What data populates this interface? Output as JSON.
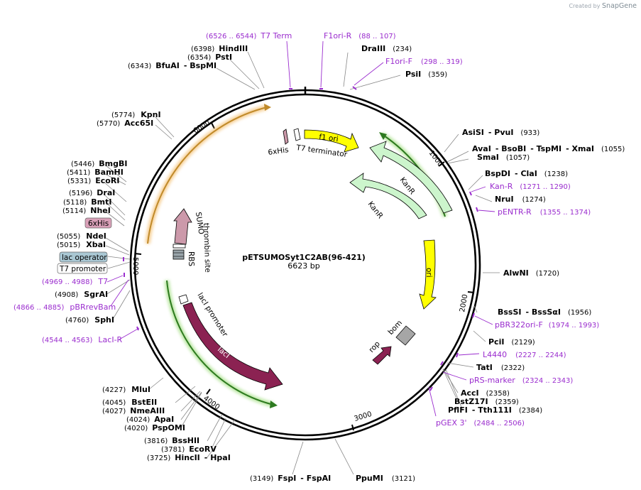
{
  "brand": {
    "prefix": "Created by",
    "name": "SnapGene"
  },
  "plasmid": {
    "name": "pETSUMOSyt1C2AB(96-421)",
    "size_label": "6623 bp",
    "length": 6623
  },
  "ticks": [
    "1000",
    "2000",
    "3000",
    "4000",
    "5000",
    "6000"
  ],
  "enzymes": [
    {
      "name": "HindIII",
      "pos": "(6398)"
    },
    {
      "name": "PstI",
      "pos": "(6354)"
    },
    {
      "name": "BfuAI",
      "pos": "(6343)",
      "extra": "BspMI"
    },
    {
      "name": "DraIII",
      "pos": "(234)"
    },
    {
      "name": "PsiI",
      "pos": "(359)"
    },
    {
      "name": "KpnI",
      "pos": "(5774)"
    },
    {
      "name": "Acc65I",
      "pos": "(5770)"
    },
    {
      "name": "AsiSI",
      "pos": "(933)",
      "extra": "PvuI"
    },
    {
      "name": "AvaI",
      "pos": "(1055)",
      "extra": "BsoBI",
      "extra2": "TspMI",
      "extra3": "XmaI"
    },
    {
      "name": "SmaI",
      "pos": "(1057)"
    },
    {
      "name": "BspDI",
      "pos": "(1238)",
      "extra": "ClaI"
    },
    {
      "name": "NruI",
      "pos": "(1274)"
    },
    {
      "name": "BmgBI",
      "pos": "(5446)"
    },
    {
      "name": "BamHI",
      "pos": "(5411)"
    },
    {
      "name": "EcoRI",
      "pos": "(5331)"
    },
    {
      "name": "DraI",
      "pos": "(5196)"
    },
    {
      "name": "BmtI",
      "pos": "(5118)"
    },
    {
      "name": "NheI",
      "pos": "(5114)"
    },
    {
      "name": "NdeI",
      "pos": "(5055)"
    },
    {
      "name": "XbaI",
      "pos": "(5015)"
    },
    {
      "name": "AlwNI",
      "pos": "(1720)"
    },
    {
      "name": "SgrAI",
      "pos": "(4908)"
    },
    {
      "name": "SphI",
      "pos": "(4760)"
    },
    {
      "name": "BssSI",
      "pos": "(1956)",
      "extra": "BssSαI"
    },
    {
      "name": "PciI",
      "pos": "(2129)"
    },
    {
      "name": "TatI",
      "pos": "(2322)"
    },
    {
      "name": "AccI",
      "pos": "(2358)"
    },
    {
      "name": "BstZ17I",
      "pos": "(2359)"
    },
    {
      "name": "PflFI",
      "pos": "(2384)",
      "extra": "Tth111I"
    },
    {
      "name": "MluI",
      "pos": "(4227)"
    },
    {
      "name": "BstEII",
      "pos": "(4045)"
    },
    {
      "name": "NmeAIII",
      "pos": "(4027)"
    },
    {
      "name": "ApaI",
      "pos": "(4024)"
    },
    {
      "name": "PspOMI",
      "pos": "(4020)"
    },
    {
      "name": "BssHII",
      "pos": "(3816)"
    },
    {
      "name": "EcoRV",
      "pos": "(3781)"
    },
    {
      "name": "HincII",
      "pos": "(3725)",
      "extra": "HpaI"
    },
    {
      "name": "FspI",
      "pos": "(3149)",
      "extra": "FspAI"
    },
    {
      "name": "PpuMI",
      "pos": "(3121)"
    }
  ],
  "primers": [
    {
      "name": "T7 Term",
      "pos": "(6526 .. 6544)"
    },
    {
      "name": "F1ori-R",
      "pos": "(88 .. 107)"
    },
    {
      "name": "F1ori-F",
      "pos": "(298 .. 319)"
    },
    {
      "name": "Kan-R",
      "pos": "(1271 .. 1290)"
    },
    {
      "name": "pENTR-R",
      "pos": "(1355 .. 1374)"
    },
    {
      "name": "T7",
      "pos": "(4969 .. 4988)"
    },
    {
      "name": "pBRrevBam",
      "pos": "(4866 .. 4885)"
    },
    {
      "name": "LacI-R",
      "pos": "(4544 .. 4563)"
    },
    {
      "name": "pBR322ori-F",
      "pos": "(1974 .. 1993)"
    },
    {
      "name": "L4440",
      "pos": "(2227 .. 2244)"
    },
    {
      "name": "pRS-marker",
      "pos": "(2324 .. 2343)"
    },
    {
      "name": "pGEX 3'",
      "pos": "(2484 .. 2506)"
    }
  ],
  "boxed_labels": [
    {
      "name": "6xHis",
      "color": "#d9a0b8"
    },
    {
      "name": "lac operator",
      "color": "#a9c7d3"
    },
    {
      "name": "T7 promoter",
      "color": "#ffffff"
    }
  ],
  "features": [
    {
      "name": "f1 ori",
      "color": "#ffff00",
      "start": 12,
      "end": 456
    },
    {
      "name": "KanR",
      "color": "#ccf5cc",
      "start": 1273,
      "end": 760
    },
    {
      "name": "KanR",
      "color": "#ccf5cc",
      "start": 1290,
      "end": 950
    },
    {
      "name": "ori",
      "color": "#ffff00",
      "start": 1515,
      "end": 2105
    },
    {
      "name": "bom",
      "color": "#a6a6a6"
    },
    {
      "name": "rop",
      "color": "#8b2252"
    },
    {
      "name": "lacI",
      "color": "#8b2252"
    },
    {
      "name": "lacI promoter",
      "color": "#ffffff"
    },
    {
      "name": "RBS",
      "color": "#999999"
    },
    {
      "name": "SUMO",
      "color": "#cc99aa"
    },
    {
      "name": "thrombin site",
      "color": "#ffffff"
    },
    {
      "name": "6xHis",
      "color": "#ffffff"
    },
    {
      "name": "T7 terminator",
      "color": "#ffffff"
    }
  ]
}
